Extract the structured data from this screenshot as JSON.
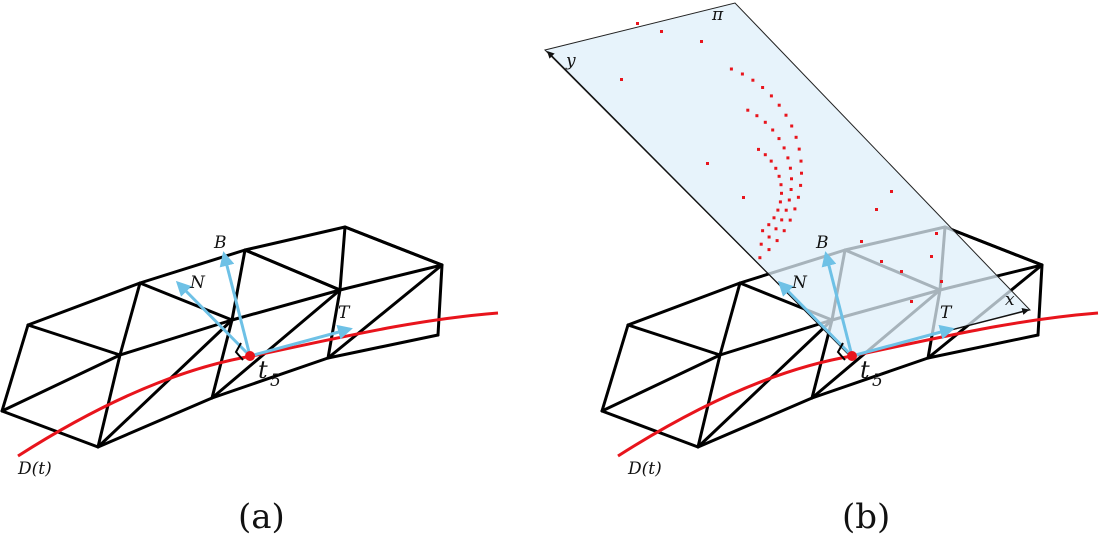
{
  "panels": [
    {
      "caption": "(a)",
      "labels": {
        "B": "B",
        "N": "N",
        "T": "T",
        "point": "t",
        "point_sub": "5",
        "curve": "D(t)"
      }
    },
    {
      "caption": "(b)",
      "labels": {
        "B": "B",
        "N": "N",
        "T": "T",
        "point": "t",
        "point_sub": "5",
        "curve": "D(t)",
        "plane": "π",
        "x_axis": "x",
        "y_axis": "y"
      }
    }
  ],
  "colors": {
    "curve": "#e8141c",
    "vectors": "#6ec1e6",
    "plane": "#dfeff9",
    "mesh": "#000000"
  }
}
